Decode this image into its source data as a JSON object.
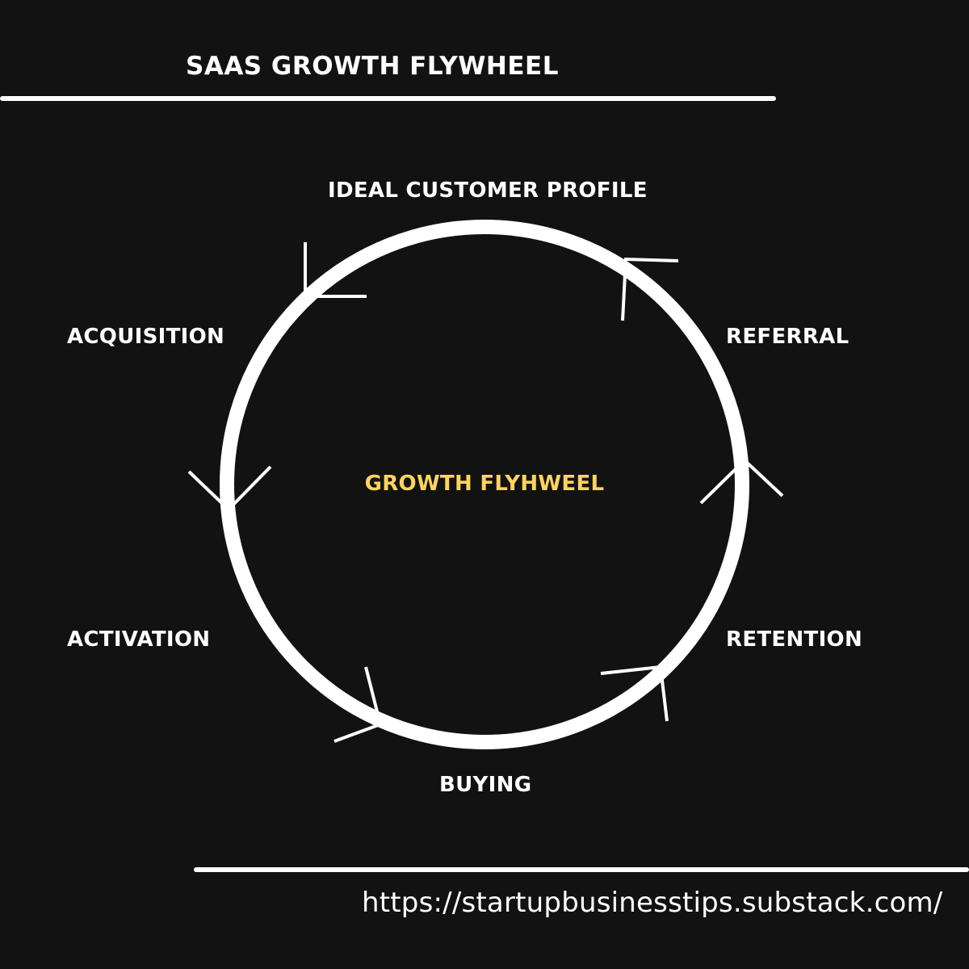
{
  "title": "SAAS GROWTH FLYWHEEL",
  "center_label": "GROWTH FLYHWEEL",
  "stages": {
    "icp": "IDEAL CUSTOMER PROFILE",
    "referral": "REFERRAL",
    "retention": "RETENTION",
    "buying": "BUYING",
    "activation": "ACTIVATION",
    "acquisition": "ACQUISITION"
  },
  "url": "https://startupbusinesstips.substack.com/",
  "colors": {
    "background": "#121212",
    "foreground": "#ffffff",
    "accent": "#ffd45c"
  }
}
